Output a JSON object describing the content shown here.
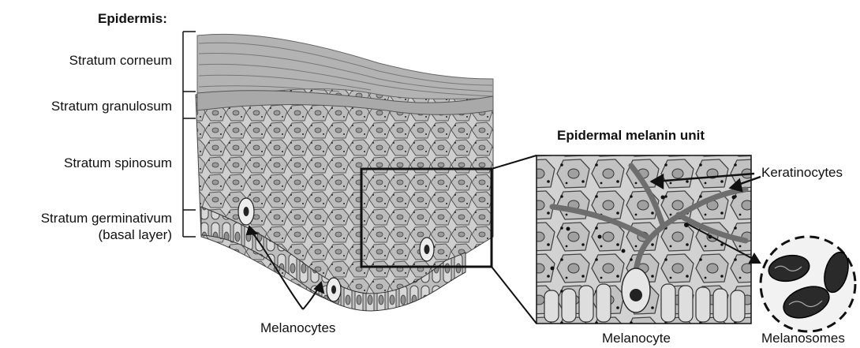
{
  "epidermis": {
    "heading": "Epidermis:",
    "layers": [
      {
        "label": "Stratum corneum"
      },
      {
        "label": "Stratum granulosum"
      },
      {
        "label": "Stratum spinosum"
      },
      {
        "label": "Stratum germinativum\n(basal layer)"
      }
    ],
    "melanocytes_label": "Melanocytes"
  },
  "inset": {
    "title": "Epidermal melanin unit",
    "keratinocytes_label": "Keratinocytes",
    "melanocyte_label": "Melanocyte",
    "melanosomes_label": "Melanosomes"
  },
  "colors": {
    "ink": "#111111",
    "cell_fill": "#c9c9c9",
    "cell_dark": "#8a8a8a",
    "corneum": "#b5b5b5",
    "background": "#ffffff"
  }
}
